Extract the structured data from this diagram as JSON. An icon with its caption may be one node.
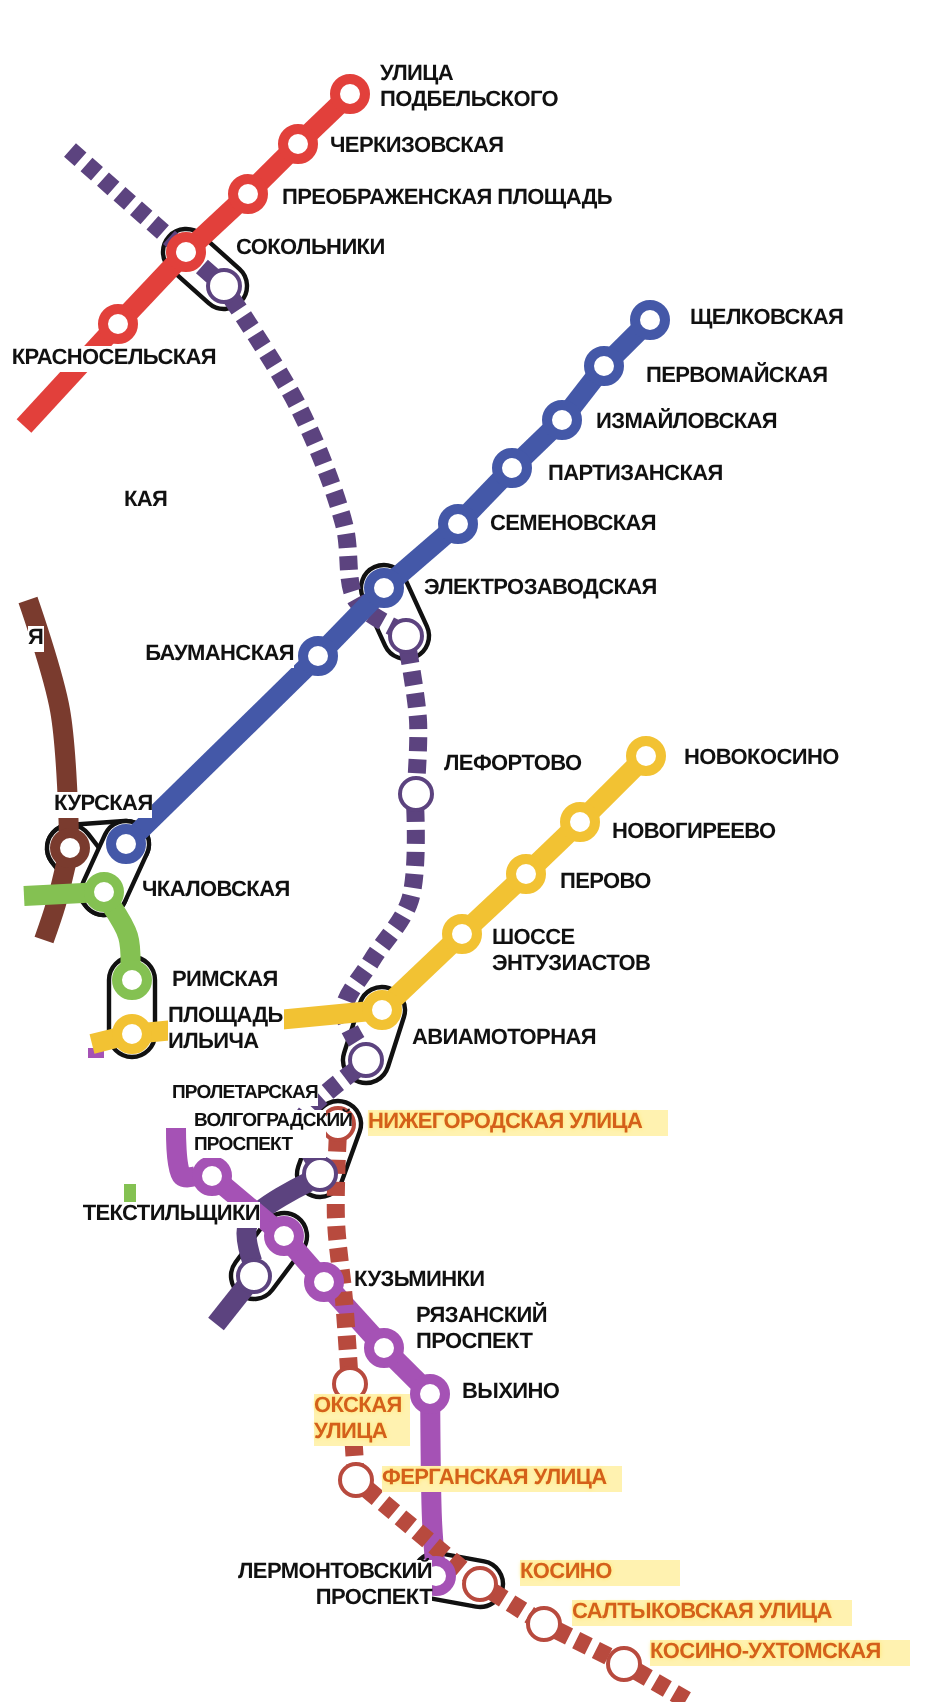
{
  "diagram": {
    "nodes": [
      {
        "text": [],
        "shape": "circle",
        "beside": [
          "УЛИЦА ПОДБЕЛЬСКОГО"
        ]
      },
      {
        "text": [],
        "shape": "circle",
        "beside": [
          "ЧЕРКИЗОВСКАЯ"
        ]
      },
      {
        "text": [],
        "shape": "circle",
        "beside": [
          "ПРЕОБРАЖЕНСКАЯ ПЛОЩАДЬ"
        ]
      },
      {
        "text": [],
        "shape": "circle"
      },
      {
        "text": [],
        "shape": "circle",
        "beside": [
          "КРАСНОСЕЛЬСКАЯ"
        ]
      },
      {
        "text": [],
        "shape": "circle",
        "beside": [
          "СОКОЛЬНИКИ"
        ]
      },
      {
        "text": [],
        "shape": "circle",
        "beside": [
          "ЩЕЛКОВСКАЯ"
        ]
      },
      {
        "text": [],
        "shape": "circle",
        "beside": [
          "ПЕРВОМАЙСКАЯ"
        ]
      },
      {
        "text": [],
        "shape": "circle",
        "beside": [
          "ИЗМАЙЛОВСКАЯ"
        ]
      },
      {
        "text": [],
        "shape": "circle",
        "beside": [
          "ПАРТИЗАНСКАЯ"
        ]
      },
      {
        "text": [],
        "shape": "circle",
        "beside": [
          "СЕМЕНОВСКАЯ"
        ]
      },
      {
        "text": [],
        "shape": "circle",
        "beside": [
          "ЭЛЕКТРОЗАВОДСКАЯ"
        ]
      },
      {
        "text": [],
        "shape": "circle"
      },
      {
        "text": [],
        "shape": "circle",
        "beside": [
          "БАУМАНСКАЯ"
        ]
      },
      {
        "text": [],
        "shape": "circle",
        "beside": [
          "ЛЕФОРТОВО"
        ]
      },
      {
        "text": [],
        "shape": "circle",
        "beside": [
          "НОВОКОСИНО"
        ]
      },
      {
        "text": [],
        "shape": "circle",
        "beside": [
          "НОВОГИРЕЕВО"
        ]
      },
      {
        "text": [],
        "shape": "circle",
        "beside": [
          "ПЕРОВО"
        ]
      },
      {
        "text": [],
        "shape": "circle",
        "beside": [
          "ШОССЕ ЭНТУЗИАСТОВ"
        ]
      },
      {
        "text": [],
        "shape": "circle",
        "beside": [
          "КУРСКАЯ"
        ]
      },
      {
        "text": [],
        "shape": "circle"
      },
      {
        "text": [],
        "shape": "circle",
        "beside": [
          "ЧКАЛОВСКАЯ"
        ]
      },
      {
        "text": [],
        "shape": "circle",
        "beside": [
          "РИМСКАЯ"
        ]
      },
      {
        "text": [],
        "shape": "circle",
        "beside": [
          "ПЛОЩАДЬ ИЛЬИЧА"
        ]
      },
      {
        "text": [],
        "shape": "circle",
        "beside": [
          "АВИАМОТОРНАЯ"
        ]
      },
      {
        "text": [],
        "shape": "circle"
      },
      {
        "text": [],
        "shape": "circle",
        "beside": [
          "НИЖЕГОРОДСКАЯ УЛИЦА"
        ]
      },
      {
        "text": [],
        "shape": "circle"
      },
      {
        "text": [],
        "shape": "circle",
        "beside": [
          "ВОЛГОГРАДСКИЙ ПРОСПЕКТ"
        ]
      },
      {
        "text": [],
        "shape": "circle",
        "beside": [
          "ТЕКСТИЛЬЩИКИ"
        ]
      },
      {
        "text": [],
        "shape": "circle"
      },
      {
        "text": [],
        "shape": "circle",
        "beside": [
          "КУЗЬМИНКИ"
        ]
      },
      {
        "text": [],
        "shape": "circle",
        "beside": [
          "РЯЗАНСКИЙ ПРОСПЕКТ"
        ]
      },
      {
        "text": [],
        "shape": "circle",
        "beside": [
          "ВЫХИНО"
        ]
      },
      {
        "text": [],
        "shape": "circle",
        "beside": [
          "ОКСКАЯ УЛИЦА"
        ]
      },
      {
        "text": [],
        "shape": "circle",
        "beside": [
          "ФЕРГАНСКАЯ УЛИЦА"
        ]
      },
      {
        "text": [],
        "shape": "circle",
        "beside": [
          "ЛЕРМОНТОВСКИЙ ПРОСПЕКТ"
        ]
      },
      {
        "text": [],
        "shape": "circle",
        "beside": [
          "КОСИНО"
        ]
      },
      {
        "text": [],
        "shape": "circle",
        "beside": [
          "САЛТЫКОВСКАЯ УЛИЦА"
        ]
      },
      {
        "text": [],
        "shape": "circle",
        "beside": [
          "КОСИНО-УХТОМСКАЯ"
        ]
      }
    ],
    "edges": [
      {
        "from": 0,
        "to": 1,
        "arrow": "none",
        "color": "#e2403b"
      },
      {
        "from": 1,
        "to": 2,
        "arrow": "none",
        "color": "#e2403b"
      },
      {
        "from": 2,
        "to": 3,
        "arrow": "none",
        "color": "#e2403b"
      },
      {
        "from": 3,
        "to": 4,
        "arrow": "none",
        "color": "#e2403b"
      },
      {
        "from": 4,
        "to": null,
        "arrow": "none",
        "color": "#e2403b"
      },
      {
        "from": null,
        "to": 5,
        "arrow": "none",
        "style": "dashed",
        "color": "#5c437f"
      },
      {
        "from": 5,
        "to": 12,
        "arrow": "none",
        "style": "dashed",
        "color": "#5c437f"
      },
      {
        "from": 12,
        "to": 14,
        "arrow": "none",
        "style": "dashed",
        "color": "#5c437f"
      },
      {
        "from": 14,
        "to": 25,
        "arrow": "none",
        "style": "dashed",
        "color": "#5c437f"
      },
      {
        "from": 25,
        "to": 27,
        "arrow": "none",
        "style": "dashed",
        "color": "#5c437f"
      },
      {
        "from": 27,
        "to": 30,
        "arrow": "none",
        "color": "#5c437f"
      },
      {
        "from": 30,
        "to": null,
        "arrow": "none",
        "color": "#5c437f"
      },
      {
        "from": 6,
        "to": 7,
        "arrow": "none",
        "color": "#4458a8"
      },
      {
        "from": 7,
        "to": 8,
        "arrow": "none",
        "color": "#4458a8"
      },
      {
        "from": 8,
        "to": 9,
        "arrow": "none",
        "color": "#4458a8"
      },
      {
        "from": 9,
        "to": 10,
        "arrow": "none",
        "color": "#4458a8"
      },
      {
        "from": 10,
        "to": 11,
        "arrow": "none",
        "color": "#4458a8"
      },
      {
        "from": 11,
        "to": 13,
        "arrow": "none",
        "color": "#4458a8"
      },
      {
        "from": 13,
        "to": 20,
        "arrow": "none",
        "color": "#4458a8"
      },
      {
        "from": null,
        "to": 19,
        "arrow": "none",
        "color": "#7a3b2e"
      },
      {
        "from": 19,
        "to": null,
        "arrow": "none",
        "color": "#7a3b2e"
      },
      {
        "from": null,
        "to": 21,
        "arrow": "none",
        "color": "#84c152"
      },
      {
        "from": 21,
        "to": 22,
        "arrow": "none",
        "color": "#84c152"
      },
      {
        "from": 15,
        "to": 16,
        "arrow": "none",
        "color": "#f2c233"
      },
      {
        "from": 16,
        "to": 17,
        "arrow": "none",
        "color": "#f2c233"
      },
      {
        "from": 17,
        "to": 18,
        "arrow": "none",
        "color": "#f2c233"
      },
      {
        "from": 18,
        "to": 24,
        "arrow": "none",
        "color": "#f2c233"
      },
      {
        "from": 24,
        "to": 23,
        "arrow": "none",
        "color": "#f2c233"
      },
      {
        "from": 23,
        "to": null,
        "arrow": "none",
        "color": "#f2c233"
      },
      {
        "from": null,
        "to": 28,
        "arrow": "none",
        "color": "#a552b5"
      },
      {
        "from": 28,
        "to": 29,
        "arrow": "none",
        "color": "#a552b5"
      },
      {
        "from": 29,
        "to": 31,
        "arrow": "none",
        "color": "#a552b5"
      },
      {
        "from": 31,
        "to": 32,
        "arrow": "none",
        "color": "#a552b5"
      },
      {
        "from": 32,
        "to": 33,
        "arrow": "none",
        "color": "#a552b5"
      },
      {
        "from": 33,
        "to": 36,
        "arrow": "none",
        "color": "#a552b5"
      },
      {
        "from": 26,
        "to": 34,
        "arrow": "none",
        "style": "dashed",
        "color": "#b84a3e"
      },
      {
        "from": 34,
        "to": 35,
        "arrow": "none",
        "style": "dashed",
        "color": "#b84a3e"
      },
      {
        "from": 35,
        "to": 37,
        "arrow": "none",
        "style": "dashed",
        "color": "#b84a3e"
      },
      {
        "from": 37,
        "to": 38,
        "arrow": "none",
        "style": "dashed",
        "color": "#b84a3e"
      },
      {
        "from": 38,
        "to": 39,
        "arrow": "none",
        "style": "dashed",
        "color": "#b84a3e"
      },
      {
        "from": 39,
        "to": null,
        "arrow": "none",
        "style": "dashed",
        "color": "#b84a3e"
      },
      {
        "from": 3,
        "to": 5,
        "arrow": "none",
        "style": "thick",
        "color": "#111111"
      },
      {
        "from": 11,
        "to": 12,
        "arrow": "none",
        "style": "thick",
        "color": "#111111"
      },
      {
        "from": 19,
        "to": 20,
        "arrow": "none",
        "style": "thick",
        "color": "#111111"
      },
      {
        "from": 19,
        "to": 21,
        "arrow": "none",
        "style": "thick",
        "color": "#111111"
      },
      {
        "from": 20,
        "to": 21,
        "arrow": "none",
        "style": "thick",
        "color": "#111111"
      },
      {
        "from": 22,
        "to": 23,
        "arrow": "none",
        "style": "thick",
        "color": "#111111"
      },
      {
        "from": 24,
        "to": 25,
        "arrow": "none",
        "style": "thick",
        "color": "#111111"
      },
      {
        "from": 26,
        "to": 27,
        "arrow": "none",
        "style": "thick",
        "color": "#111111"
      },
      {
        "from": 29,
        "to": 30,
        "arrow": "none",
        "style": "thick",
        "color": "#111111"
      },
      {
        "from": 36,
        "to": 37,
        "arrow": "none",
        "style": "thick",
        "color": "#111111"
      }
    ],
    "labels": [
      "КАЯ",
      "Я",
      "ПРОЛЕТАРСКАЯ"
    ]
  }
}
